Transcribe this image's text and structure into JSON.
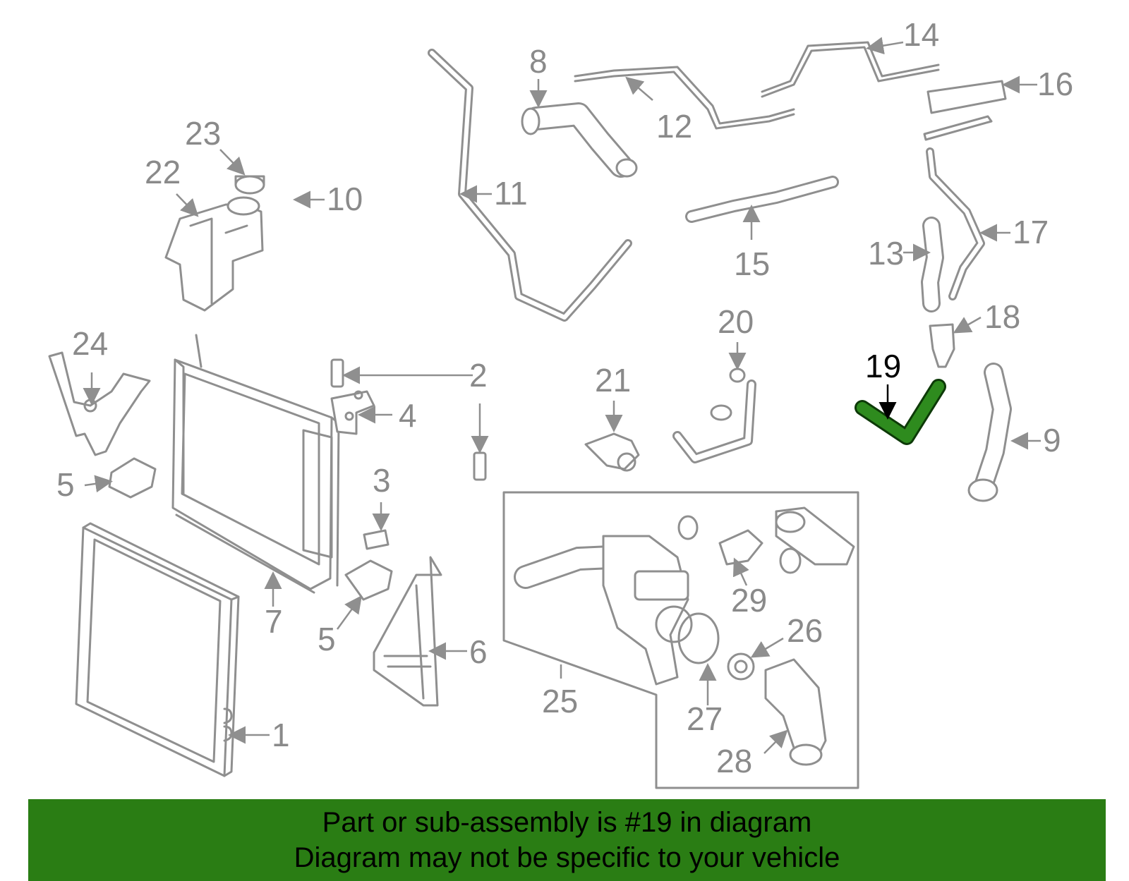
{
  "callouts": [
    "1",
    "2",
    "3",
    "4",
    "5",
    "5",
    "6",
    "7",
    "8",
    "9",
    "10",
    "11",
    "12",
    "13",
    "14",
    "15",
    "16",
    "17",
    "18",
    "19",
    "20",
    "21",
    "22",
    "23",
    "24",
    "25",
    "26",
    "27",
    "28",
    "29"
  ],
  "highlighted_part": "19",
  "colors": {
    "highlight": "#2e8b1e",
    "banner": "#2a7d14",
    "line_art": "#8f8f8f"
  },
  "banner": {
    "line1": "Part or sub-assembly is #19 in diagram",
    "line2": "Diagram may not be specific to your vehicle"
  }
}
